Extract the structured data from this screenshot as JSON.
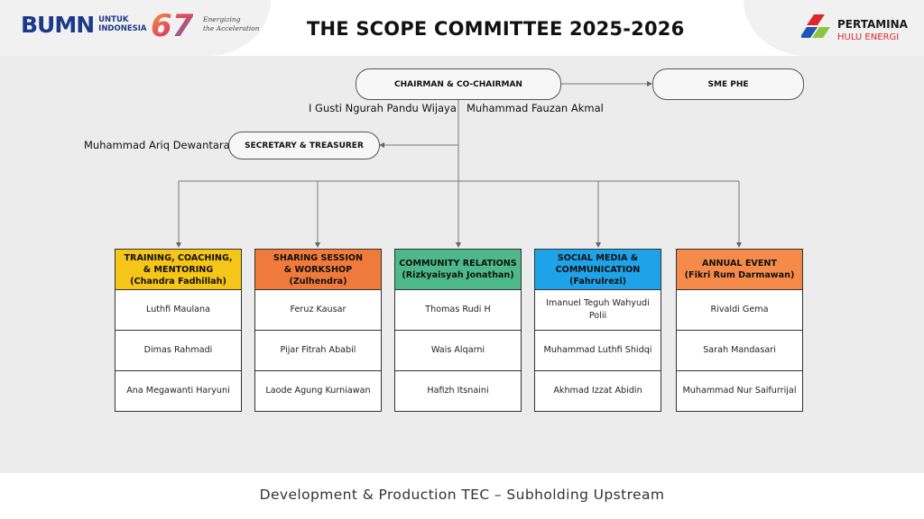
{
  "header": {
    "bumn_word": "BUMN",
    "bumn_sub": [
      "UNTUK",
      "INDONESIA"
    ],
    "anniv_number": "67",
    "tagline": [
      "Energizing",
      "the Acceleration"
    ],
    "title": "THE SCOPE COMMITTEE 2025-2026",
    "company_name": "PERTAMINA",
    "company_sub": "HULU ENERGI"
  },
  "top": {
    "chairman_label": "CHAIRMAN & CO-CHAIRMAN",
    "chairman_name": "I Gusti Ngurah Pandu Wijaya",
    "co_chairman_name": "Muhammad Fauzan Akmal",
    "sme_label": "SME PHE",
    "secretary_label": "SECRETARY & TREASURER",
    "secretary_name": "Muhammad Ariq Dewantara"
  },
  "departments": [
    {
      "lines": [
        "TRAINING, COACHING,",
        "& MENTORING",
        "(Chandra Fadhillah)"
      ],
      "color": "#f5c518",
      "members": [
        "Luthfi Maulana",
        "Dimas Rahmadi",
        "Ana Megawanti Haryuni"
      ]
    },
    {
      "lines": [
        "SHARING SESSION",
        "& WORKSHOP",
        "(Zulhendra)"
      ],
      "color": "#f07a3b",
      "members": [
        "Feruz Kausar",
        "Pijar Fitrah Ababil",
        "Laode Agung Kurniawan"
      ]
    },
    {
      "lines": [
        "COMMUNITY RELATIONS",
        "(Rizkyaisyah Jonathan)"
      ],
      "color": "#4db88a",
      "members": [
        "Thomas Rudi H",
        "Wais Alqarni",
        "Hafizh Itsnaini"
      ]
    },
    {
      "lines": [
        "SOCIAL MEDIA &",
        "COMMUNICATION",
        "(Fahrulrezi)"
      ],
      "color": "#1fa3e8",
      "members": [
        "Imanuel Teguh Wahyudi Polii",
        "Muhammad Luthfi Shidqi",
        "Akhmad Izzat Abidin"
      ]
    },
    {
      "lines": [
        "ANNUAL EVENT",
        "(Fikri Rum Darmawan)"
      ],
      "color": "#f58a4a",
      "members": [
        "Rivaldi Gema",
        "Sarah Mandasari",
        "Muhammad Nur Saifurrijal"
      ]
    }
  ],
  "footer": {
    "text": "Development & Production TEC – Subholding Upstream"
  }
}
